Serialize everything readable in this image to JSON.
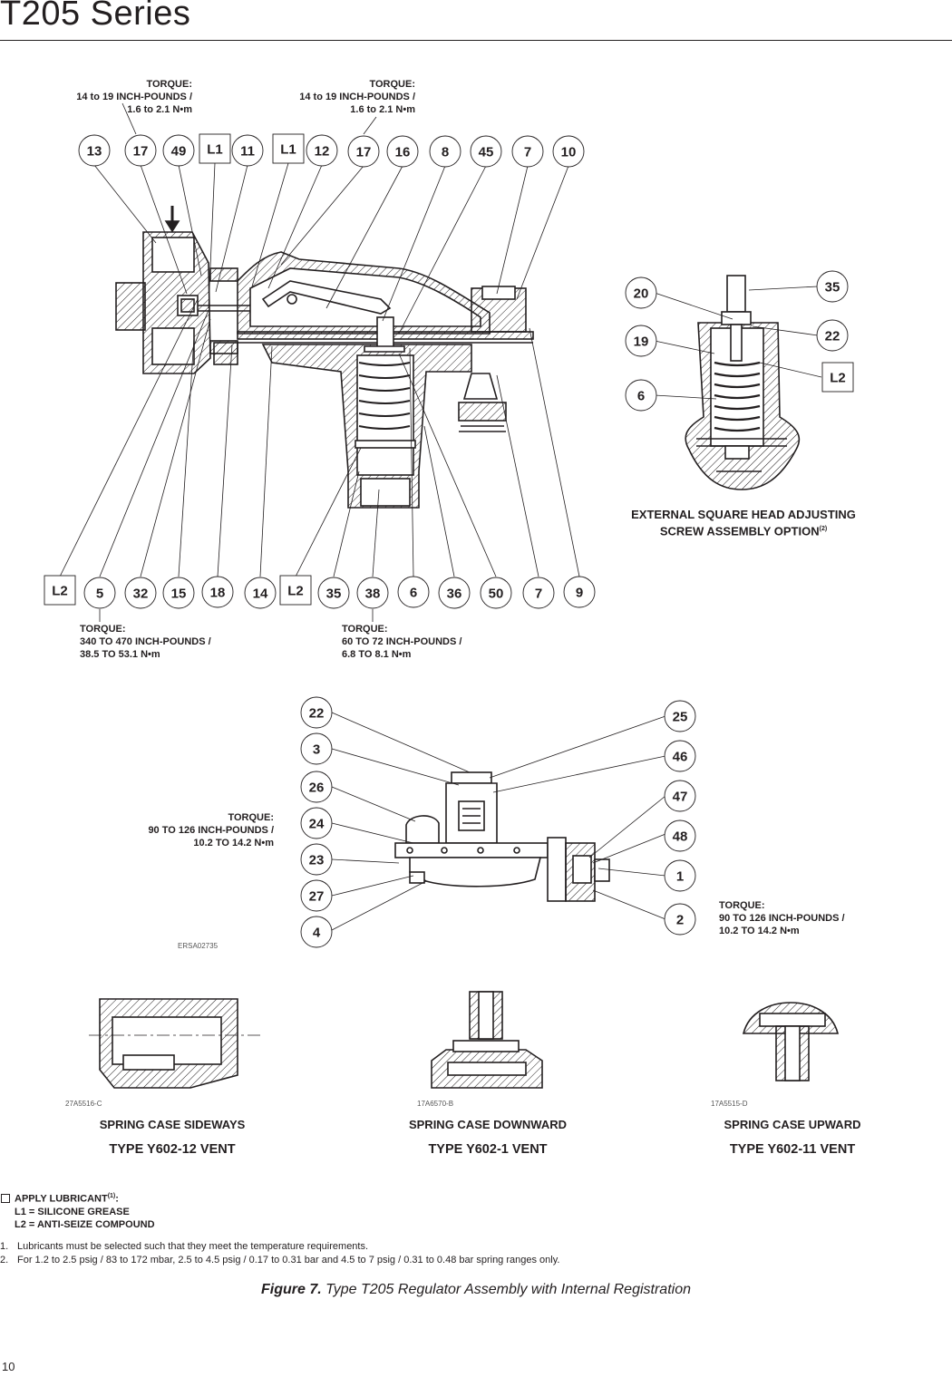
{
  "page": {
    "title": "T205 Series",
    "page_number": "10"
  },
  "main_assembly": {
    "top_callouts": [
      "13",
      "17",
      "49",
      "L1",
      "11",
      "L1",
      "12",
      "17",
      "16",
      "8",
      "45",
      "7",
      "10"
    ],
    "bottom_callouts": [
      "L2",
      "5",
      "32",
      "15",
      "18",
      "14",
      "L2",
      "35",
      "38",
      "6",
      "36",
      "50",
      "7",
      "9"
    ],
    "torque_top_left": [
      "TORQUE:",
      "14 to 19 INCH-POUNDS /",
      "1.6 to 2.1 N•m"
    ],
    "torque_top_right": [
      "TORQUE:",
      "14 to 19 INCH-POUNDS /",
      "1.6 to 2.1 N•m"
    ],
    "torque_bottom_left": [
      "TORQUE:",
      "340 TO 470 INCH-POUNDS /",
      "38.5 TO 53.1 N•m"
    ],
    "torque_bottom_right": [
      "TORQUE:",
      "60 TO 72 INCH-POUNDS /",
      "6.8 TO 8.1 N•m"
    ]
  },
  "external_option": {
    "callouts": [
      "20",
      "35",
      "19",
      "22",
      "L2",
      "6"
    ],
    "caption_line1": "EXTERNAL SQUARE HEAD ADJUSTING",
    "caption_line2": "SCREW ASSEMBLY OPTION",
    "caption_footnote_ref": "(2)"
  },
  "vent_assembly": {
    "left_callouts": [
      "22",
      "3",
      "26",
      "24",
      "23",
      "27",
      "4"
    ],
    "right_callouts": [
      "25",
      "46",
      "47",
      "48",
      "1",
      "2"
    ],
    "torque_left": [
      "TORQUE:",
      "90 TO 126 INCH-POUNDS /",
      "10.2 TO 14.2 N•m"
    ],
    "torque_right": [
      "TORQUE:",
      "90 TO 126 INCH-POUNDS /",
      "10.2 TO 14.2 N•m"
    ],
    "drawing_number": "ERSA02735"
  },
  "vent_types": [
    {
      "drawing_number": "27A5516-C",
      "orientation": "SPRING CASE SIDEWAYS",
      "type": "TYPE Y602-12 VENT"
    },
    {
      "drawing_number": "17A6570-B",
      "orientation": "SPRING CASE DOWNWARD",
      "type": "TYPE Y602-1 VENT"
    },
    {
      "drawing_number": "17A5515-D",
      "orientation": "SPRING CASE UPWARD",
      "type": "TYPE Y602-11 VENT"
    }
  ],
  "legend": {
    "heading": "APPLY LUBRICANT",
    "heading_ref": "(1)",
    "heading_suffix": ":",
    "l1": "L1 = SILICONE GREASE",
    "l2": "L2 = ANTI-SEIZE COMPOUND"
  },
  "footnotes": [
    {
      "num": "1.",
      "text": "Lubricants must be selected such that they meet the temperature requirements."
    },
    {
      "num": "2.",
      "text": "For 1.2 to 2.5 psig / 83 to 172 mbar, 2.5 to 4.5 psig / 0.17 to 0.31 bar and 4.5 to 7 psig / 0.31 to 0.48 bar spring ranges only."
    }
  ],
  "figure_caption": {
    "label": "Figure 7.",
    "text": "Type T205 Regulator Assembly with Internal Registration"
  }
}
